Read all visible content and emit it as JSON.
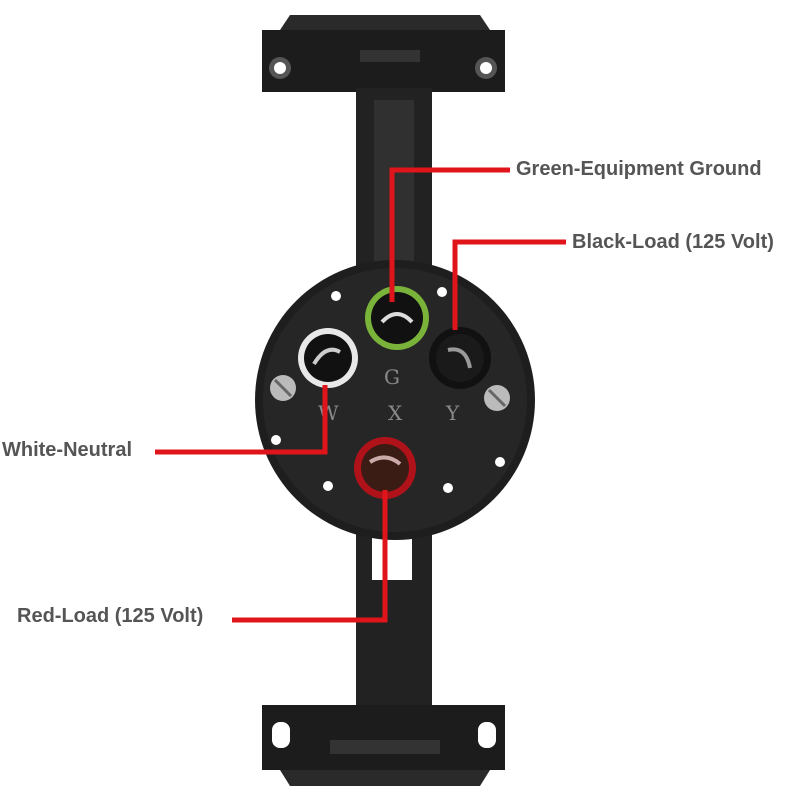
{
  "callouts": {
    "green": "Green-Equipment Ground",
    "black": "Black-Load (125 Volt)",
    "white": "White-Neutral",
    "red": "Red-Load (125 Volt)"
  },
  "terminals": {
    "g": "G",
    "w": "W",
    "x": "X",
    "y": "Y"
  },
  "colors": {
    "callout_line": "#e0141b",
    "body": "#1e1e1e",
    "label_text": "#555555"
  }
}
